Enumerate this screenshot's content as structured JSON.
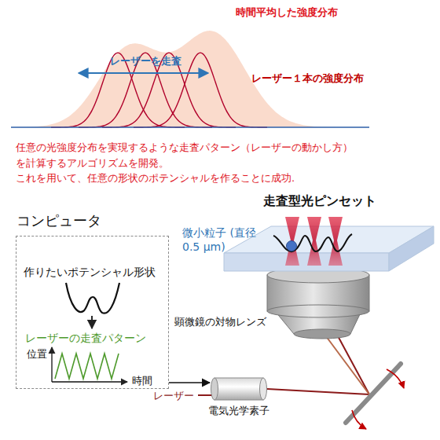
{
  "diagram": {
    "nodes": [
      {
        "text": [
          "コンピュータ"
        ]
      },
      {
        "text": [
          "電気光学素子"
        ]
      }
    ],
    "edges": [
      {
        "from": 0,
        "to": 1,
        "arrow": "to"
      }
    ],
    "labels": [
      "時間平均した強度分布",
      "レーザーを走査",
      "レーザー１本の強度分布",
      "任意の光強度分布を実現するような走査パターン（レーザーの動かし方） を計算するアルゴリズムを開発。",
      "これを用いて、任意の形状のポテンシャルを作ることに成功.",
      "走査型光ピンセット",
      "微小粒子 (直径0.5 μm)",
      "顕微鏡の対物レンズ",
      "作りたいポテンシャル形状",
      "レーザーの走査パターン",
      "位置",
      "時間",
      "レーザー"
    ]
  }
}
